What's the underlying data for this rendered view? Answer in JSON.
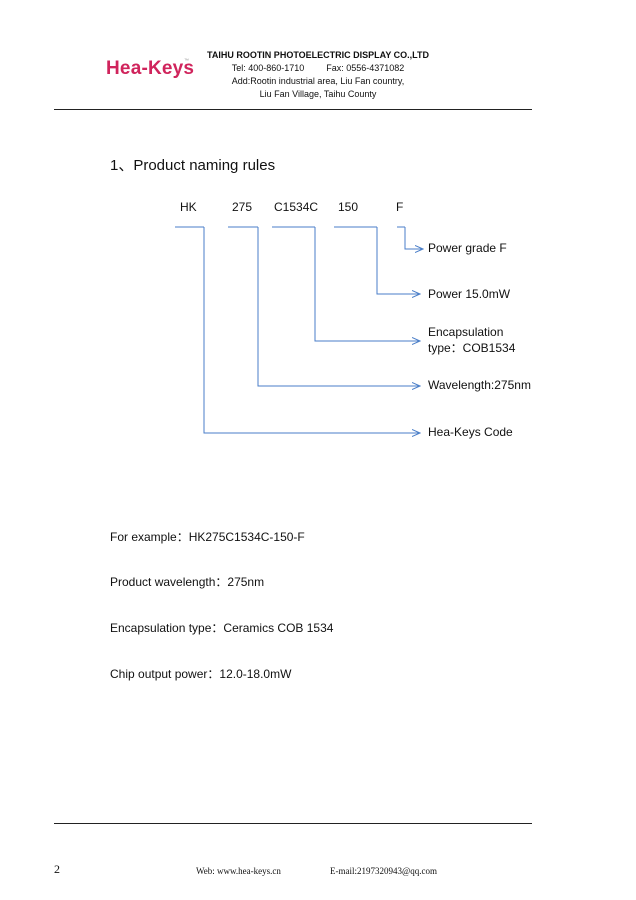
{
  "header": {
    "logo": "Hea-Keys",
    "trademark": "™",
    "company": "TAIHU ROOTIN PHOTOELECTRIC DISPLAY CO.,LTD",
    "tel": "Tel:  400-860-1710",
    "fax": "Fax:  0556-4371082",
    "address_line1": "Add:Rootin industrial area, Liu Fan country,",
    "address_line2": "Liu Fan Village, Taihu County"
  },
  "section": {
    "heading": "1、Product naming rules"
  },
  "naming_code": {
    "parts": [
      "HK",
      "275",
      "C1534C",
      "150",
      "F"
    ],
    "descriptions": {
      "power_grade": "Power grade F",
      "power": "Power 15.0mW",
      "encapsulation_line1": "Encapsulation",
      "encapsulation_line2": "type：COB1534",
      "wavelength": "Wavelength:275nm",
      "code": "Hea-Keys Code"
    },
    "line_color": "#4a7ec8"
  },
  "examples": {
    "example": "For example：HK275C1534C-150-F",
    "wavelength": "Product wavelength：275nm",
    "encapsulation": "Encapsulation type：Ceramics COB 1534",
    "chip_power": "Chip output power：12.0-18.0mW"
  },
  "footer": {
    "page_number": "2",
    "web": "Web:  www.hea-keys.cn",
    "email": "E-mail:2197320943@qq.com"
  }
}
